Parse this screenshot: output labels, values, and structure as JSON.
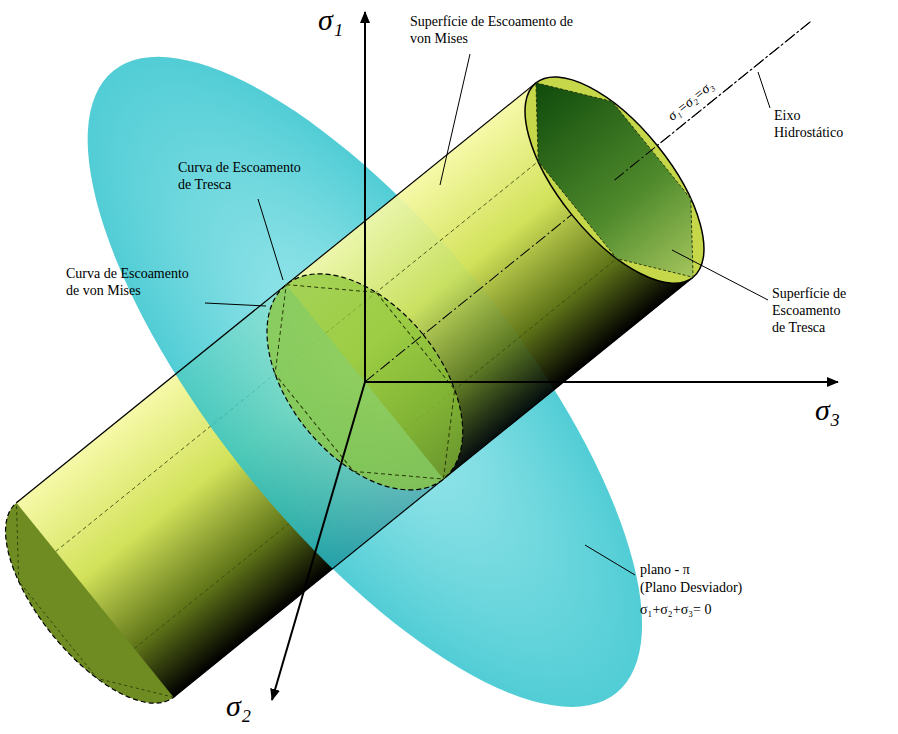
{
  "diagram": {
    "labels": [
      "σ₁",
      "Superfície de Escoamento de von Mises",
      "Curva de Escoamento de Tresca",
      "Curva de Escoamento de von Mises",
      "σ₁=σ₂=σ₃",
      "Eixo Hidrostático",
      "Superfície de Escoamento de Tresca",
      "σ₃",
      "plano - π",
      "(Plano Desviador)",
      "σ₁+σ₂+σ₃= 0",
      "σ₂"
    ]
  }
}
